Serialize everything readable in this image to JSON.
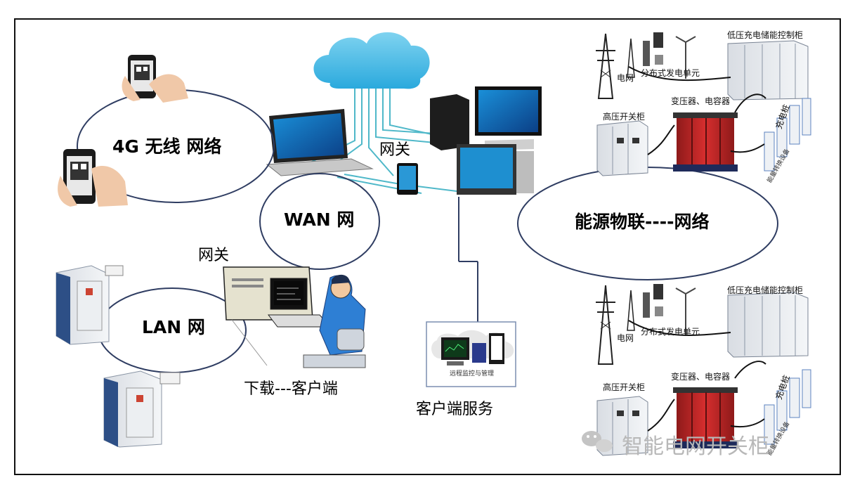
{
  "diagram": {
    "wireless_network": "4G  无线  网络",
    "wan_network": "WAN  网",
    "lan_network": "LAN  网",
    "energy_iot_network": "能源物联----网络",
    "gateway_top": "网关",
    "gateway_left": "网关",
    "download_client": "下载---客户端",
    "client_service": "客户端服务",
    "monitor_caption": "远程监控与管理",
    "watermark": "智能电网开关柜"
  },
  "energy_panel_top": {
    "grid": "电网",
    "distributed_gen": "分布式发电单元",
    "lv_cabinet": "低压充电储能控制柜",
    "transformer": "变压器、电容器",
    "hv_cabinet": "高压开关柜",
    "charging_pile": "充电桩",
    "energy_conversion": "能量转换设备"
  },
  "energy_panel_bottom": {
    "grid": "电网",
    "distributed_gen": "分布式发电单元",
    "lv_cabinet": "低压充电储能控制柜",
    "transformer": "变压器、电容器",
    "hv_cabinet": "高压开关柜",
    "charging_pile": "充电桩",
    "energy_conversion": "能量转换设备"
  }
}
